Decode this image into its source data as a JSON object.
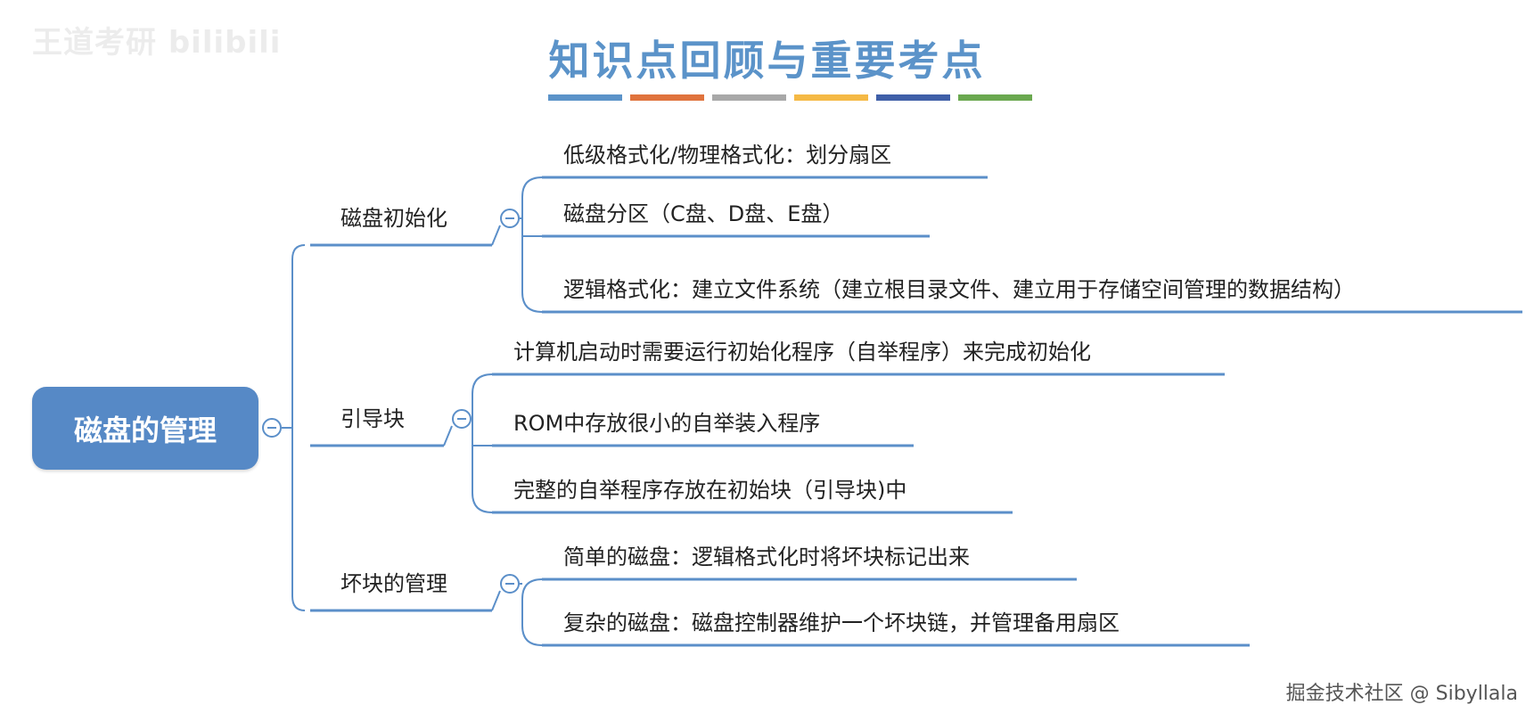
{
  "watermark": "王道考研 bilibili",
  "title": "知识点回顾与重要考点",
  "stripe_colors": [
    "#5b93c9",
    "#e0733d",
    "#a8a8a8",
    "#f5b945",
    "#3f5fa8",
    "#6aa84f"
  ],
  "accent": "#5b8fc9",
  "root": {
    "label": "磁盘的管理"
  },
  "branches": [
    {
      "label": "磁盘初始化",
      "items": [
        "低级格式化/物理格式化：划分扇区",
        "磁盘分区（C盘、D盘、E盘）",
        "逻辑格式化：建立文件系统（建立根目录文件、建立用于存储空间管理的数据结构）"
      ]
    },
    {
      "label": "引导块",
      "items": [
        "计算机启动时需要运行初始化程序（自举程序）来完成初始化",
        "ROM中存放很小的自举装入程序",
        "完整的自举程序存放在初始块（引导块)中"
      ]
    },
    {
      "label": "坏块的管理",
      "items": [
        "简单的磁盘：逻辑格式化时将坏块标记出来",
        "复杂的磁盘：磁盘控制器维护一个坏块链，并管理备用扇区"
      ]
    }
  ],
  "credit": "掘金技术社区 @ Sibyllala"
}
